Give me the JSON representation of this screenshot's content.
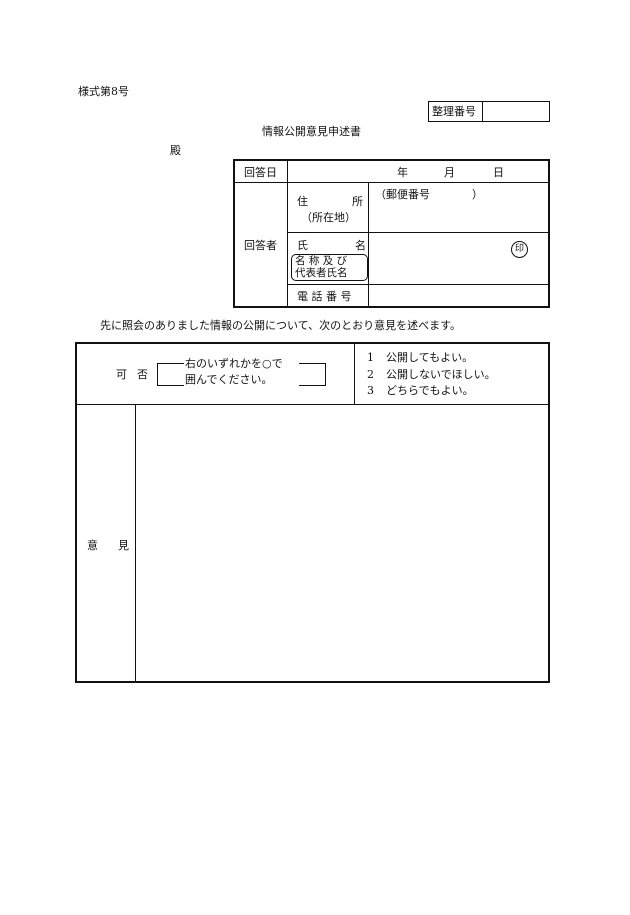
{
  "form_number": "様式第8号",
  "reference_label": "整理番号",
  "reference_value": "",
  "title": "情報公開意見申述書",
  "addressee_suffix": "殿",
  "answer_table": {
    "date_label": "回答日",
    "date_year": "年",
    "date_month": "月",
    "date_day": "日",
    "respondent_label": "回答者",
    "address_label_1": "住",
    "address_label_2": "所",
    "address_sub_label": "（所在地）",
    "postal_label": "（郵便番号",
    "postal_close": "）",
    "name_label_1": "氏",
    "name_label_2": "名",
    "name_sub_line1": "名 称 及 び",
    "name_sub_line2": "代表者氏名",
    "seal": "印",
    "phone_label": "電 話 番 号"
  },
  "intro_text": "先に照会のありました情報の公開について、次のとおり意見を述べます。",
  "opinion_table": {
    "yesno_label_1": "可",
    "yesno_label_2": "否",
    "instruction_line1": "右のいずれかを○で",
    "instruction_line2": "囲んでください。",
    "options": [
      {
        "num": "1",
        "text": "公開してもよい。"
      },
      {
        "num": "2",
        "text": "公開しないでほしい。"
      },
      {
        "num": "3",
        "text": "どちらでもよい。"
      }
    ],
    "opinion_label_1": "意",
    "opinion_label_2": "見",
    "opinion_value": ""
  }
}
